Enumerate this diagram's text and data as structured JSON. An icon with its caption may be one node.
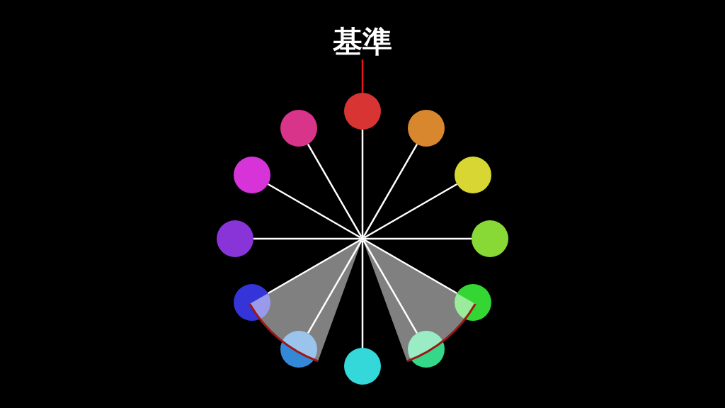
{
  "diagram": {
    "nodes": [
      {
        "text": [
          "基準"
        ]
      },
      {
        "text": [],
        "shape": "circle"
      },
      {
        "text": [],
        "shape": "circle"
      },
      {
        "text": [],
        "shape": "circle"
      },
      {
        "text": [],
        "shape": "circle"
      },
      {
        "text": [],
        "shape": "circle"
      },
      {
        "text": [],
        "shape": "circle"
      },
      {
        "text": [],
        "shape": "circle"
      },
      {
        "text": [],
        "shape": "circle"
      },
      {
        "text": [],
        "shape": "circle"
      },
      {
        "text": [],
        "shape": "circle"
      },
      {
        "text": [],
        "shape": "circle"
      },
      {
        "text": [],
        "shape": "circle"
      },
      {
        "text": [],
        "shape": "circle"
      }
    ],
    "edges": [
      {
        "from": 0,
        "to": 1,
        "arrow": "none",
        "color": "#e8151b"
      },
      {
        "from": 13,
        "to": 1,
        "arrow": "none"
      },
      {
        "from": 13,
        "to": 2,
        "arrow": "none"
      },
      {
        "from": 13,
        "to": 3,
        "arrow": "none"
      },
      {
        "from": 13,
        "to": 4,
        "arrow": "none"
      },
      {
        "from": 13,
        "to": 5,
        "arrow": "none"
      },
      {
        "from": 13,
        "to": 6,
        "arrow": "none"
      },
      {
        "from": 13,
        "to": 7,
        "arrow": "none"
      },
      {
        "from": 13,
        "to": 8,
        "arrow": "none"
      },
      {
        "from": 13,
        "to": 9,
        "arrow": "none"
      },
      {
        "from": 13,
        "to": 10,
        "arrow": "none"
      },
      {
        "from": 13,
        "to": 11,
        "arrow": "none"
      },
      {
        "from": 13,
        "to": 12,
        "arrow": "none"
      }
    ]
  }
}
